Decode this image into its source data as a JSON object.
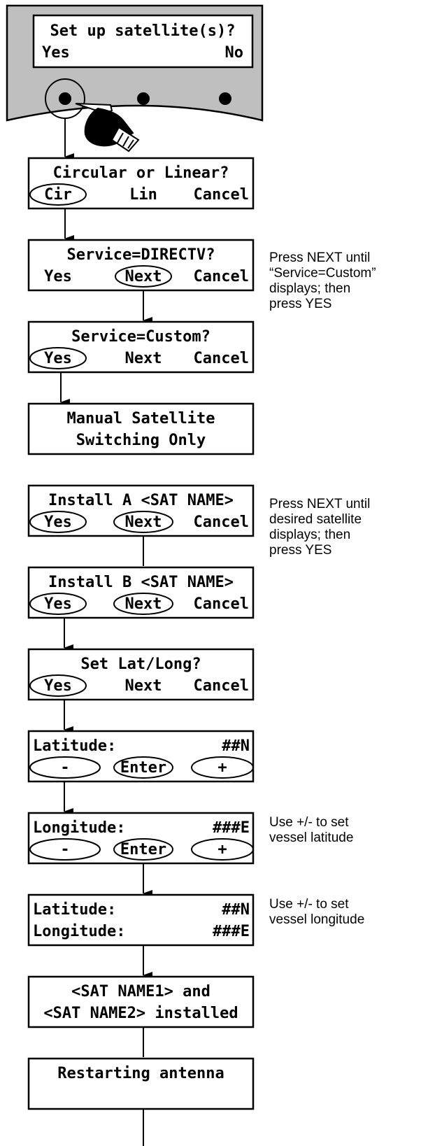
{
  "panel": {
    "line1": "Set up satellite(s)?",
    "yes": "Yes",
    "no": "No"
  },
  "screens": [
    {
      "id": "polarization",
      "title": "Circular or Linear?",
      "options": [
        "Cir",
        "Lin",
        "Cancel"
      ]
    },
    {
      "id": "service-directv",
      "title": "Service=DIRECTV?",
      "options": [
        "Yes",
        "Next",
        "Cancel"
      ]
    },
    {
      "id": "service-custom",
      "title": "Service=Custom?",
      "options": [
        "Yes",
        "Next",
        "Cancel"
      ]
    },
    {
      "id": "manual-switching",
      "lines": [
        "Manual Satellite",
        "Switching Only"
      ]
    },
    {
      "id": "install-a",
      "title": "Install A <SAT NAME>",
      "options": [
        "Yes",
        "Next",
        "Cancel"
      ]
    },
    {
      "id": "install-b",
      "title": "Install B <SAT NAME>",
      "options": [
        "Yes",
        "Next",
        "Cancel"
      ]
    },
    {
      "id": "set-latlong",
      "title": "Set Lat/Long?",
      "options": [
        "Yes",
        "Next",
        "Cancel"
      ]
    },
    {
      "id": "latitude",
      "label": "Latitude:",
      "value": "##N",
      "options": [
        "-",
        "Enter",
        "+"
      ]
    },
    {
      "id": "longitude",
      "label": "Longitude:",
      "value": "###E",
      "options": [
        "-",
        "Enter",
        "+"
      ]
    },
    {
      "id": "summary",
      "rows": [
        {
          "label": "Latitude:",
          "value": "##N"
        },
        {
          "label": "Longitude:",
          "value": "###E"
        }
      ]
    },
    {
      "id": "installed",
      "lines": [
        "<SAT NAME1> and",
        "<SAT NAME2> installed"
      ]
    },
    {
      "id": "restarting",
      "lines": [
        "Restarting antenna"
      ]
    }
  ],
  "notes": [
    {
      "id": "note-service",
      "lines": [
        "Press NEXT until",
        "“Service=Custom”",
        "displays; then",
        "press YES"
      ]
    },
    {
      "id": "note-satellite",
      "lines": [
        "Press NEXT until",
        "desired satellite",
        "displays; then",
        "press YES"
      ]
    },
    {
      "id": "note-latitude",
      "lines": [
        "Use +/- to set",
        "vessel latitude"
      ]
    },
    {
      "id": "note-longitude",
      "lines": [
        "Use +/- to set",
        "vessel longitude"
      ]
    }
  ]
}
